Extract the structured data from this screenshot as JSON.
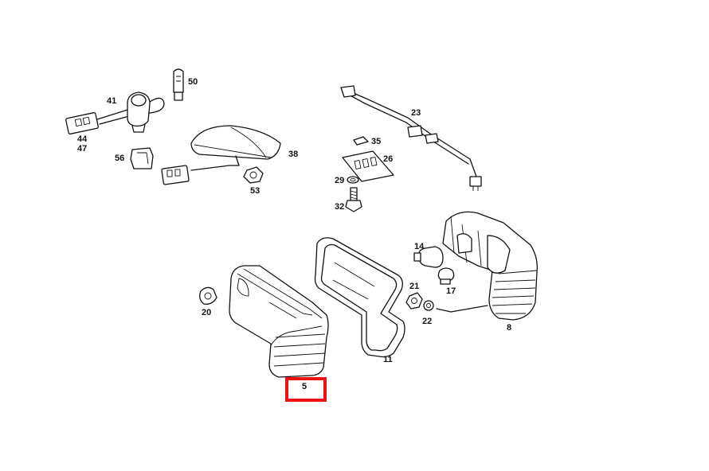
{
  "diagram": {
    "highlight_color": "#ee1111",
    "labels": {
      "p41": "41",
      "p44": "44",
      "p47": "47",
      "p50": "50",
      "p56": "56",
      "p38": "38",
      "p53": "53",
      "p23": "23",
      "p35": "35",
      "p26": "26",
      "p29": "29",
      "p32": "32",
      "p14": "14",
      "p21": "21",
      "p17": "17",
      "p22": "22",
      "p8": "8",
      "p20": "20",
      "p11": "11",
      "p5": "5"
    }
  }
}
